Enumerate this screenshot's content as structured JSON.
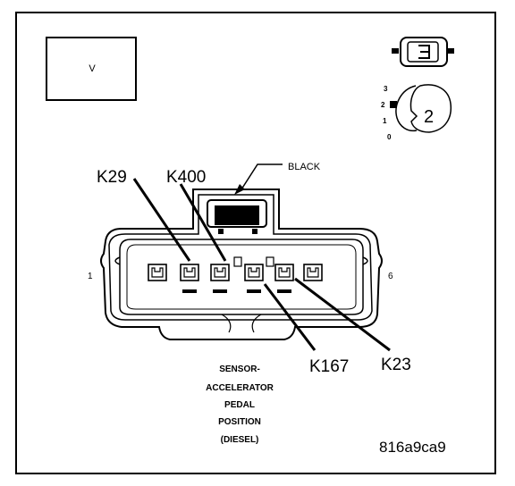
{
  "view_label": "V",
  "color_label": "BLACK",
  "pin_first": "1",
  "pin_last": "6",
  "wires": {
    "k29": "K29",
    "k400": "K400",
    "k167": "K167",
    "k23": "K23"
  },
  "caption": {
    "line1": "SENSOR-",
    "line2": "ACCELERATOR",
    "line3": "PEDAL",
    "line4": "POSITION",
    "line5": "(DIESEL)"
  },
  "figure_id": "816a9ca9",
  "legend": {
    "count": "2",
    "scale": [
      "3",
      "2",
      "1",
      "0"
    ]
  },
  "icons": [
    "connector-face-icon",
    "terminal-count-icon"
  ]
}
